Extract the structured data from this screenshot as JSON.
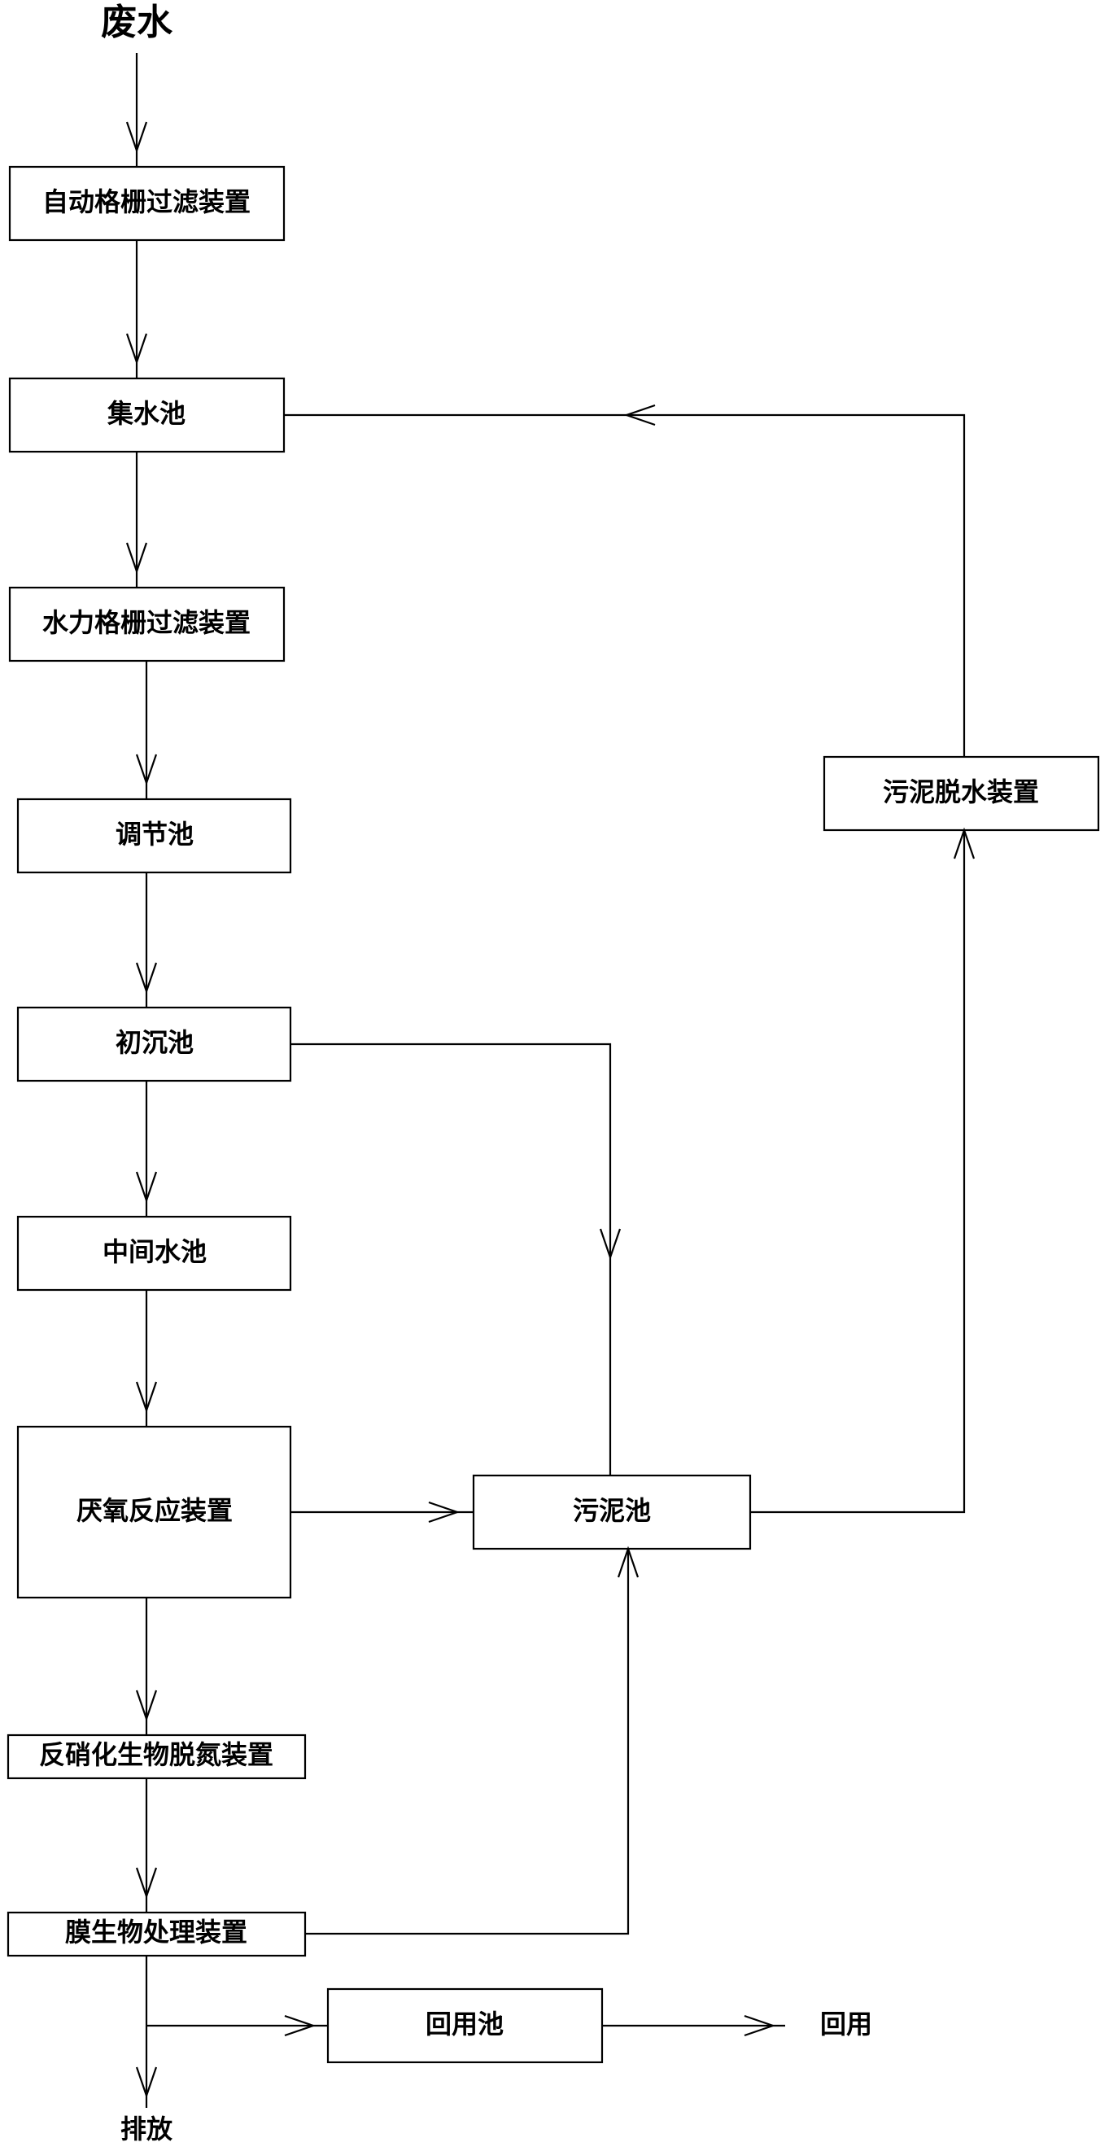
{
  "diagram": {
    "input_label": "废水",
    "nodes": {
      "auto_screen": "自动格栅过滤装置",
      "collection_pool": "集水池",
      "hydraulic_screen": "水力格栅过滤装置",
      "regulating_pool": "调节池",
      "primary_settling": "初沉池",
      "intermediate_pool": "中间水池",
      "anaerobic_reactor": "厌氧反应装置",
      "denitrification": "反硝化生物脱氮装置",
      "membrane_bio": "膜生物处理装置",
      "reuse_pool": "回用池",
      "sludge_pool": "污泥池",
      "sludge_dewater": "污泥脱水装置"
    },
    "outputs": {
      "discharge": "排放",
      "reuse": "回用"
    }
  }
}
